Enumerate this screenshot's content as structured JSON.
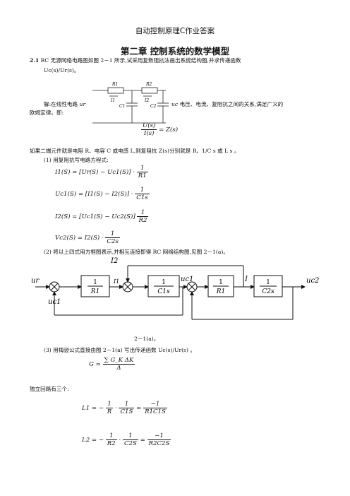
{
  "page": {
    "header": "自动控制原理C作业答案",
    "chapter_title": "第二章  控制系统的数学模型"
  },
  "problem": {
    "number": "2.1",
    "text_line1": "RC 无源网络电路图如图 2－1 所示,试采用复数阻抗法画出系统结构图,并求传递函数",
    "text_line2": "Uc(s)/Ur(s)。"
  },
  "solution": {
    "intro_left1": "解:在线性电路",
    "intro_left2": "欧姆定律。即:",
    "intro_right": "电压、电流、复阻抗之间的关系,满足广义的",
    "ohm_num": "U(s)",
    "ohm_den": "I(s)",
    "ohm_rhs": "= Z(s)",
    "impedance_text": "如果二端元件就是电阻 R、电容 C 或电感 L,则复阻抗 Z(s)分别就是 R、1/C s 或 L s 。",
    "step1": "(1)  用复阻抗写电路方程式:",
    "step2": "(2)  将以上四式用方框图表示,并相互连接即得 RC 网络结构图,见图 2－1(a)。",
    "fig_caption": "2－1(a)。",
    "step3": "(3) 用梅逊公式直接由图 2－1(a) 写出传递函数 Uc(s)/Ur(s) 。",
    "mason_lhs": "G =",
    "mason_num": "∑ G_K ΔK",
    "mason_den": "Δ",
    "loops_text": "独立回路有三个:"
  },
  "circuit": {
    "labels": [
      "R1",
      "R2",
      "I1",
      "I2",
      "C1",
      "C2",
      "ur",
      "uc"
    ]
  },
  "equations": {
    "eq1": {
      "lhs": "I1(S) = [Ur(S) − Uc1(S)] ·",
      "num": "1",
      "den": "R1"
    },
    "eq2": {
      "lhs": "Uc1(S) = [I1(S) − I2(S)] ·",
      "num": "1",
      "den": "C1s"
    },
    "eq3": {
      "lhs": "I2(S) = [Uc1(S) − Uc2(S)]",
      "num": "1",
      "den": "R2"
    },
    "eq4": {
      "lhs": "Vc2(S) = I2(S) ·",
      "num": "1",
      "den": "C2s"
    },
    "L1": {
      "lhs": "L1 = −",
      "f1n": "1",
      "f1d": "R",
      "f2n": "1",
      "f2d": "C1S",
      "eq": "=",
      "f3n": "−1",
      "f3d": "R1C1S"
    },
    "L2": {
      "lhs": "L2 = −",
      "f1n": "1",
      "f1d": "R2",
      "f2n": "1",
      "f2d": "C2S",
      "eq": "=",
      "f3n": "−1",
      "f3d": "R2C2S"
    }
  },
  "block_diagram": {
    "input": "ur",
    "output": "uc2",
    "feedback1": "uc1",
    "signal_I2": "I2",
    "signal_I1": "I1",
    "signal_uc1": "uc1",
    "signal_I": "I",
    "block1_num": "1",
    "block1_den": "R1",
    "block2_num": "1",
    "block2_den": "C1s",
    "block3_num": "1",
    "block3_den": "R1",
    "block4_num": "1",
    "block4_den": "C2s"
  }
}
